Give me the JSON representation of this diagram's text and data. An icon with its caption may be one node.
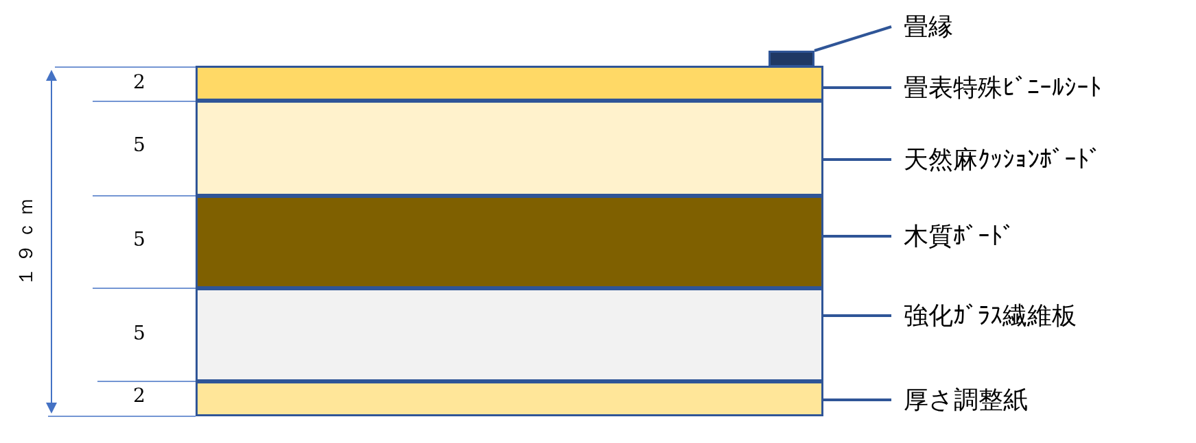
{
  "diagram": {
    "nodes": [
      {
        "text": [],
        "shape": "box"
      },
      {
        "text": [],
        "shape": "box"
      },
      {
        "text": [],
        "shape": "box"
      },
      {
        "text": [],
        "shape": "box"
      },
      {
        "text": [],
        "shape": "box"
      },
      {
        "text": [],
        "shape": "box"
      },
      {
        "text": [
          "畳縁"
        ]
      },
      {
        "text": [
          "畳表特殊ﾋﾞﾆｰﾙｼｰﾄ"
        ]
      },
      {
        "text": [
          "天然麻ｸｯｼｮﾝﾎﾞｰﾄﾞ"
        ]
      },
      {
        "text": [
          "木質ﾎﾞｰﾄﾞ"
        ]
      },
      {
        "text": [
          "強化ｶﾞﾗｽ繊維板"
        ]
      },
      {
        "text": [
          "厚さ調整紙"
        ]
      }
    ],
    "edges": [
      {
        "from": 6,
        "to": 0,
        "arrow": "none"
      },
      {
        "from": 7,
        "to": 1,
        "arrow": "none"
      },
      {
        "from": 8,
        "to": 2,
        "arrow": "none"
      },
      {
        "from": 9,
        "to": 3,
        "arrow": "none"
      },
      {
        "from": 10,
        "to": 4,
        "arrow": "none"
      },
      {
        "from": 11,
        "to": 5,
        "arrow": "none"
      }
    ],
    "labels": [
      "2",
      "5",
      "5",
      "5",
      "2",
      "１９ｃｍ"
    ]
  }
}
